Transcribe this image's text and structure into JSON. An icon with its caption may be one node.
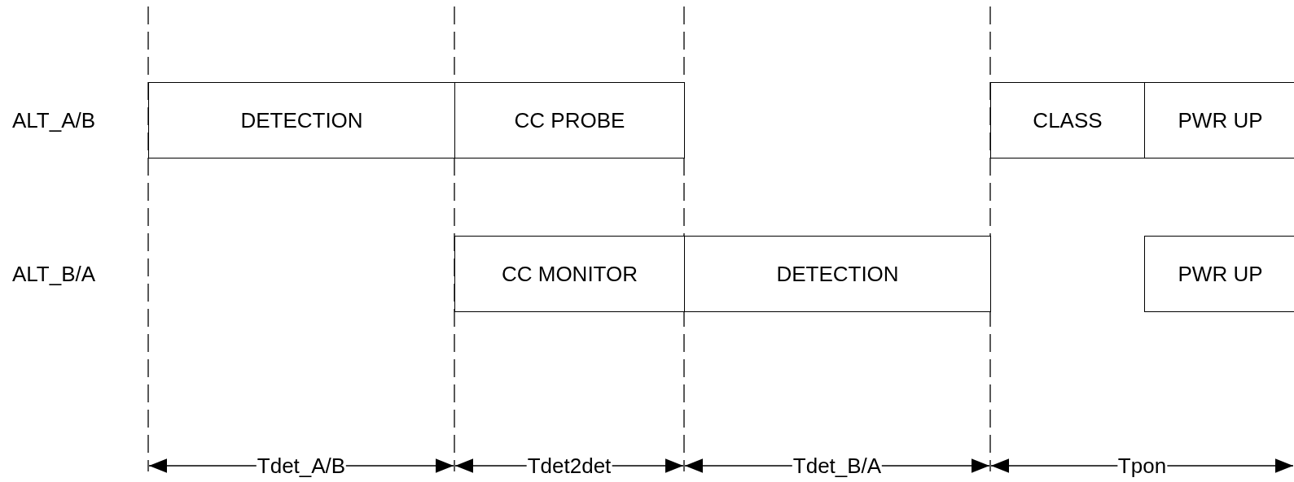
{
  "diagram": {
    "nodes": [
      {
        "text": [
          "DETECTION"
        ]
      },
      {
        "text": [
          "CC PROBE"
        ]
      },
      {
        "text": [
          "CLASS"
        ]
      },
      {
        "text": [
          "PWR UP"
        ]
      },
      {
        "text": [
          "CC MONITOR"
        ]
      },
      {
        "text": [
          "DETECTION"
        ]
      },
      {
        "text": [
          "PWR UP"
        ]
      }
    ],
    "labels": [
      "ALT_A/B",
      "ALT_B/A",
      "Tdet_A/B",
      "Tdet2det",
      "Tdet_B/A",
      "Tpon"
    ]
  }
}
